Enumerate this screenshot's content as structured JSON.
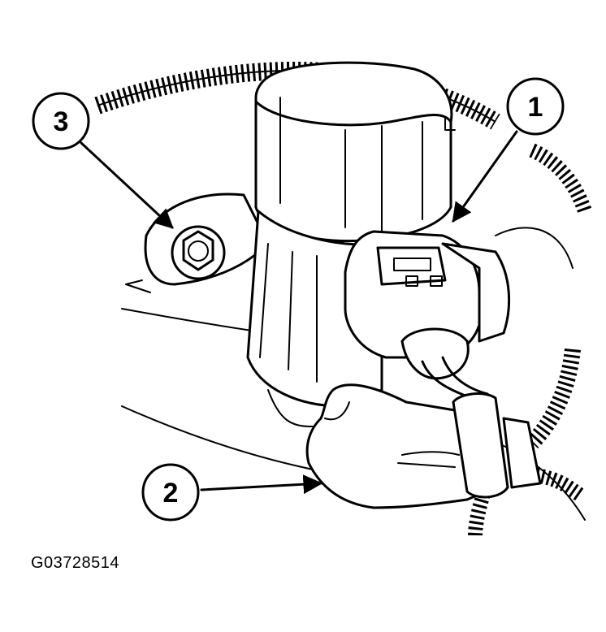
{
  "callouts": [
    {
      "id": "1",
      "label": "1"
    },
    {
      "id": "2",
      "label": "2"
    },
    {
      "id": "3",
      "label": "3"
    }
  ],
  "figure_code": "G03728514",
  "colors": {
    "ink": "#000000",
    "paper": "#ffffff"
  }
}
